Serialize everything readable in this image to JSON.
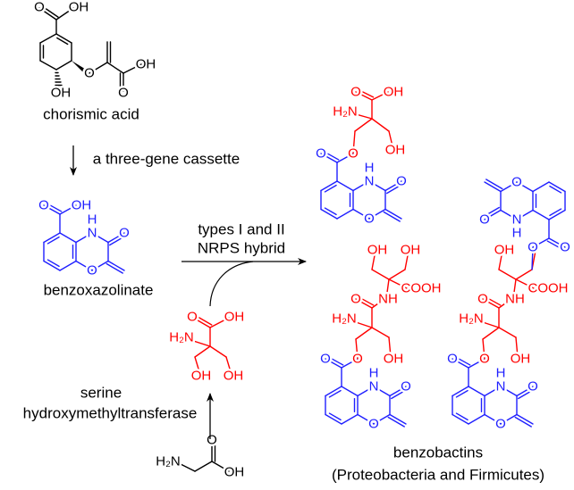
{
  "colors": {
    "scaffold": "#1f1fff",
    "serine": "#ff0000",
    "ink": "#000000"
  },
  "atoms": {
    "O": "O",
    "OH": "OH",
    "H": "H",
    "N": "N",
    "NH": "NH",
    "H2N": "H₂N",
    "COOH": "COOH"
  },
  "labels": {
    "chorismic_acid": "chorismic acid",
    "step1": "a three-gene cassette",
    "benzoxazolinate": "benzoxazolinate",
    "step2_line1": "types I and II",
    "step2_line2": "NRPS hybrid",
    "enzyme_line1": "serine",
    "enzyme_line2": "hydroxymethyltransferase",
    "product": "benzobactins",
    "product_source": "(Proteobacteria and Firmicutes)"
  }
}
